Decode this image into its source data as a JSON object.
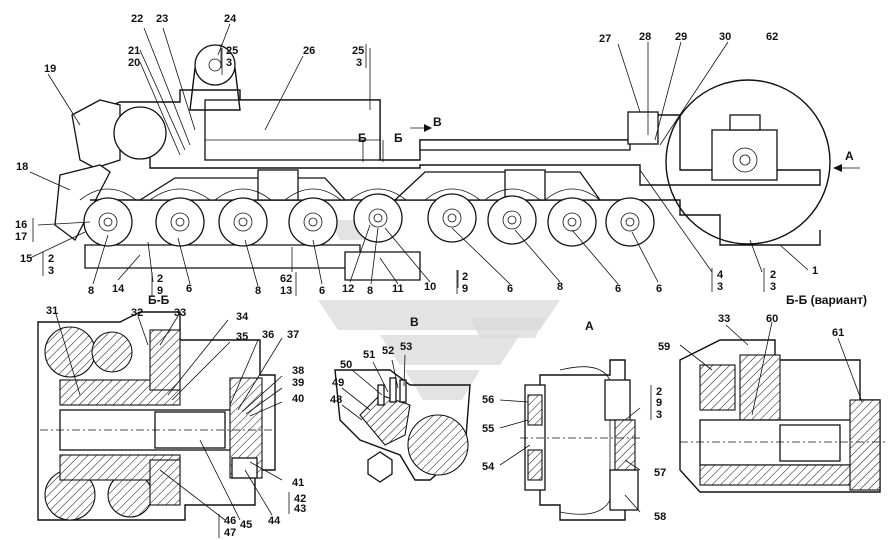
{
  "views": {
    "section_bb": "Б-Б",
    "section_bb_variant": "Б-Б (вариант)",
    "view_a": "А",
    "view_b": "В",
    "arrow_a": "А",
    "arrow_b": "В",
    "cut_b1": "Б",
    "cut_b2": "Б"
  },
  "callouts": {
    "c1": "1",
    "c2": "2",
    "c3": "3",
    "c6": "6",
    "c8": "8",
    "c10": "10",
    "c11": "11",
    "c12": "12",
    "c13": "13",
    "c14": "14",
    "c15": "15",
    "c16": "16",
    "c17": "17",
    "c18": "18",
    "c19": "19",
    "c20": "20",
    "c21": "21",
    "c22": "22",
    "c23": "23",
    "c24": "24",
    "c25": "25",
    "c26": "26",
    "c27": "27",
    "c28": "28",
    "c29": "29",
    "c30": "30",
    "c31": "31",
    "c32": "32",
    "c33": "33",
    "c34": "34",
    "c35": "35",
    "c36": "36",
    "c37": "37",
    "c38": "38",
    "c39": "39",
    "c40": "40",
    "c41": "41",
    "c42": "42",
    "c43": "43",
    "c44": "44",
    "c45": "45",
    "c46": "46",
    "c47": "47",
    "c48": "48",
    "c49": "49",
    "c50": "50",
    "c51": "51",
    "c52": "52",
    "c53": "53",
    "c54": "54",
    "c55": "55",
    "c56": "56",
    "c57": "57",
    "c58": "58",
    "c59": "59",
    "c60": "60",
    "c61": "61",
    "c62": "62",
    "c4": "4",
    "c9": "9"
  }
}
